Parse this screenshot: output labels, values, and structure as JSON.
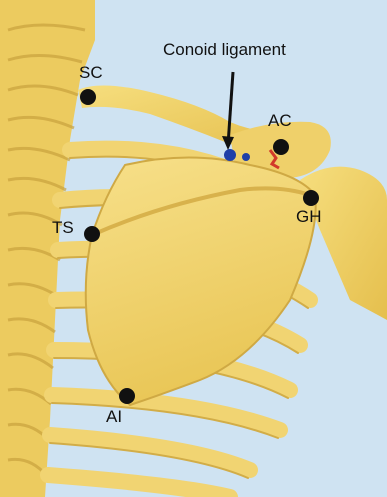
{
  "figure": {
    "annotation": "Conoid ligament",
    "landmarks": [
      {
        "id": "sc",
        "label": "SC"
      },
      {
        "id": "ac",
        "label": "AC"
      },
      {
        "id": "ts",
        "label": "TS"
      },
      {
        "id": "gh",
        "label": "GH"
      },
      {
        "id": "ai",
        "label": "AI"
      }
    ],
    "colors": {
      "background": "#cfe3f2",
      "bone": "#f2d265",
      "bone_shade": "#d9b444",
      "marker": "#111111",
      "ligament_blue": "#1f3fa8",
      "ligament_red": "#d23a2a"
    }
  }
}
